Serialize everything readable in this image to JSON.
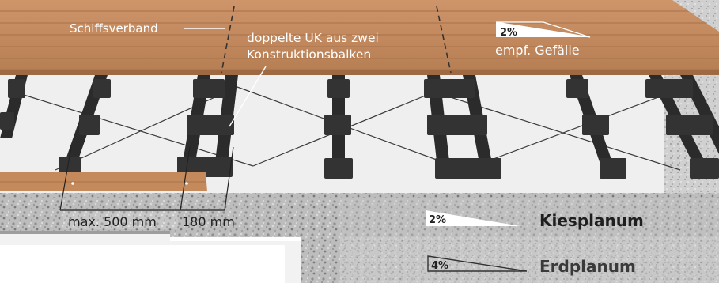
{
  "labels": {
    "schiffsverband": "Schiffsverband",
    "doppelte_uk_line1": "doppelte UK aus zwei",
    "doppelte_uk_line2": "Konstruktionsbalken",
    "deck_slope_percent": "2%",
    "deck_slope_caption": "empf. Gefälle",
    "max_spacing": "max. 500 mm",
    "double_spacing": "180 mm",
    "kies_slope_percent": "2%",
    "kiesplanum": "Kiesplanum",
    "erd_slope_percent": "4%",
    "erdplanum": "Erdplanum"
  },
  "colors": {
    "decking": "#c48a5c",
    "decking_grain": "#b37a4f",
    "joist": "#2a2a2a",
    "pedestal": "#333333",
    "gravel": "#b4b4b4",
    "white_text": "#ffffff",
    "dark_text": "#1f1f1f",
    "erd_text": "#333333"
  }
}
